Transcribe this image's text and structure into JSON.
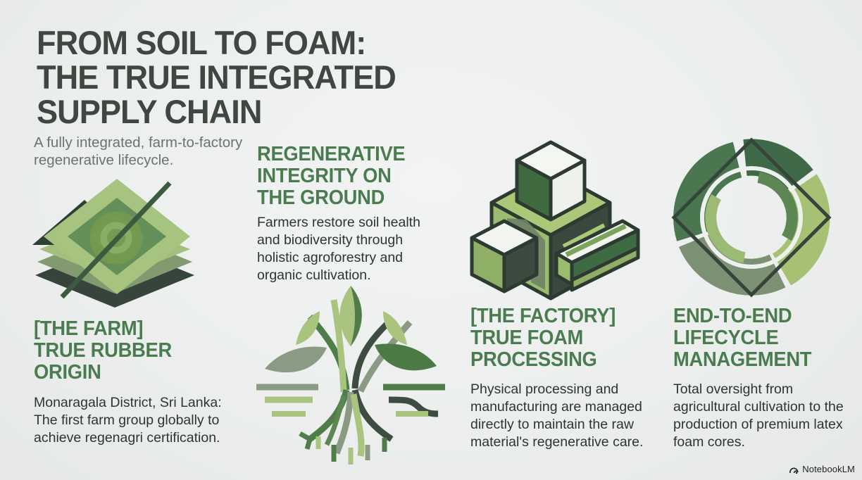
{
  "title": {
    "lines": [
      "FROM SOIL TO FOAM:",
      "THE TRUE INTEGRATED",
      "SUPPLY CHAIN"
    ],
    "color": "#3e4841"
  },
  "subtitle": {
    "lines": [
      "A fully integrated, farm-to-factory",
      "regenerative lifecycle."
    ],
    "color": "#6d7272"
  },
  "sections": [
    {
      "name": "farm",
      "icon": "layered-terraced-field-diamond-icon",
      "heading_lines": [
        "[THE FARM]",
        "TRUE RUBBER",
        "ORIGIN"
      ],
      "body_lines": [
        "Monaragala District, Sri Lanka:",
        "The first farm group globally to",
        "achieve regenagri certification."
      ]
    },
    {
      "name": "regenerative-integrity",
      "icon": "agroforestry-tree-roots-icon",
      "heading_lines": [
        "REGENERATIVE",
        "INTEGRITY ON",
        "THE GROUND"
      ],
      "body_lines": [
        "Farmers restore soil health",
        "and biodiversity through",
        "holistic agroforestry and",
        "organic cultivation."
      ]
    },
    {
      "name": "factory",
      "icon": "isometric-cubes-processing-icon",
      "heading_lines": [
        "[THE FACTORY]",
        "TRUE FOAM",
        "PROCESSING"
      ],
      "body_lines": [
        "Physical processing and",
        "manufacturing are managed",
        "directly to maintain the raw",
        "material's regenerative care."
      ]
    },
    {
      "name": "lifecycle",
      "icon": "circular-lifecycle-swirl-icon",
      "heading_lines": [
        "END-TO-END",
        "LIFECYCLE",
        "MANAGEMENT"
      ],
      "body_lines": [
        "Total oversight from",
        "agricultural cultivation to the",
        "production of premium latex",
        "foam cores."
      ]
    }
  ],
  "footer": {
    "brand": "NotebookLM"
  },
  "colors": {
    "background": "#ecefee",
    "title_dark": "#3e4841",
    "heading_green": "#4b7c50",
    "body_text": "#2f3431",
    "subtitle_gray": "#6d7272",
    "dark_green": "#3c4a40",
    "medium_green": "#4f7d4a",
    "sage_green": "#8b9a82",
    "light_green": "#a9c47e"
  }
}
